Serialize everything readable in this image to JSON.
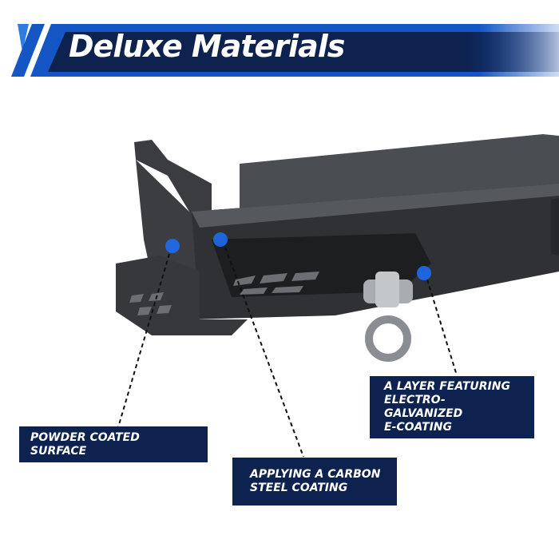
{
  "header": {
    "title": "Deluxe Materials"
  },
  "callouts": [
    {
      "text": "Powder Coated Surface"
    },
    {
      "text": "Applying a Carbon\nSteel Coating"
    },
    {
      "text": "A Layer Featuring\nElectro-Galvanized\nE-Coating"
    }
  ],
  "colors": {
    "navy": "#0e2250",
    "blue": "#1456c4",
    "marker": "#1e6cf0"
  }
}
